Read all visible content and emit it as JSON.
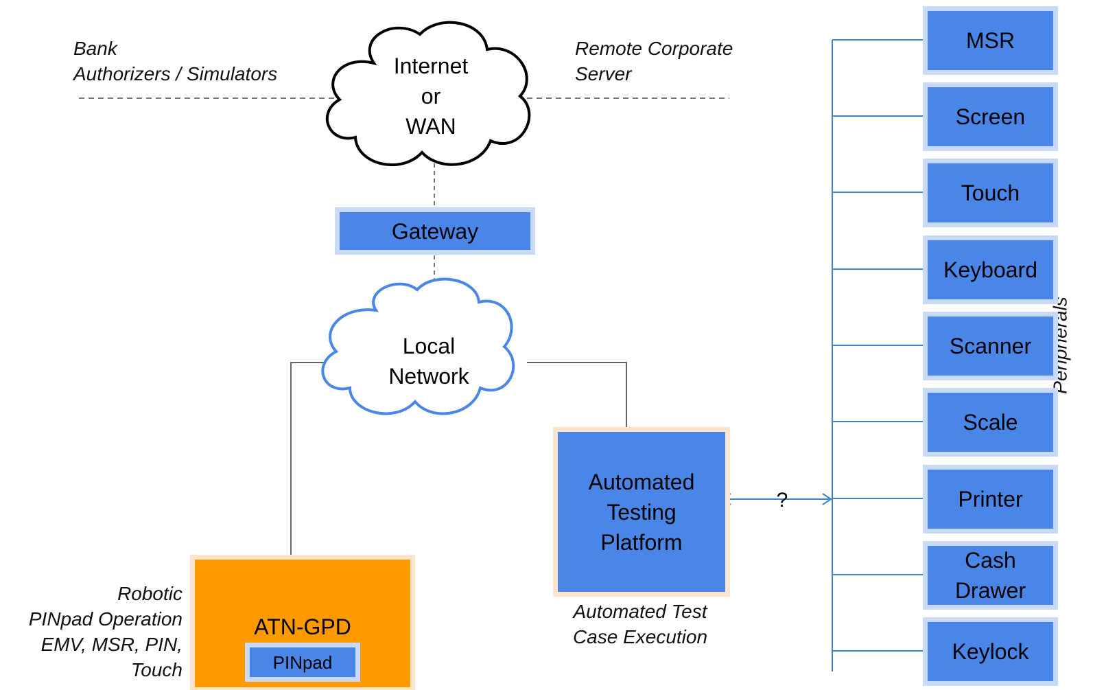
{
  "clouds": {
    "internet": "Internet\nor\nWAN",
    "local": "Local\nNetwork"
  },
  "notes": {
    "bank": [
      "Bank",
      "Authorizers / Simulators"
    ],
    "remote": [
      "Remote Corporate",
      "Server"
    ],
    "robotic": [
      "Robotic",
      "PINpad Operation",
      "EMV, MSR, PIN,",
      "Touch"
    ],
    "automated_exec": [
      "Automated Test",
      "Case Execution"
    ],
    "peripherals": "Peripherals"
  },
  "nodes": {
    "gateway": "Gateway",
    "atp": "Automated\nTesting\nPlatform",
    "atn": "ATN-GPD",
    "pinpad": "PINpad"
  },
  "connector_label": "?",
  "peripherals": [
    "MSR",
    "Screen",
    "Touch",
    "Keyboard",
    "Scanner",
    "Scale",
    "Printer",
    "Cash\nDrawer",
    "Keylock"
  ],
  "colors": {
    "box_fill": "#4a86e8",
    "box_border": "#c9daf8",
    "atn_fill": "#ff9900",
    "atn_border": "#fce5cd",
    "local_cloud_stroke": "#4a86e8",
    "internet_cloud_stroke": "#000000",
    "bus_line": "#3d85c6"
  }
}
